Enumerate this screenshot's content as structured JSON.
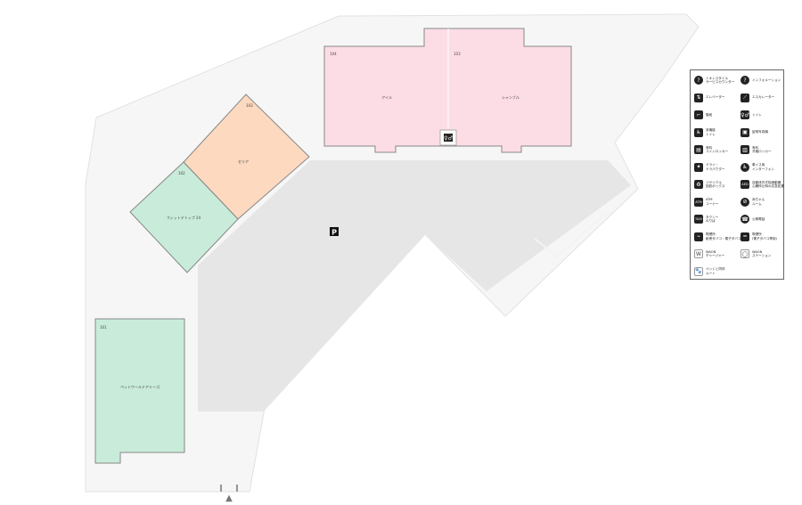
{
  "map": {
    "parking_symbol": "P",
    "entrance_marker": "▲"
  },
  "stores": [
    {
      "number": "104",
      "name": "アイル"
    },
    {
      "number": "103",
      "name": "シャンブル"
    },
    {
      "number": "102",
      "name": "フィットデトップ 24"
    },
    {
      "number": "103",
      "name": "セリア"
    },
    {
      "number": "101",
      "name": "ペットワールドアミーゴ"
    }
  ],
  "legend": {
    "items": [
      {
        "icon": "question-icon",
        "glyph": "?",
        "label": "イオンスタイル\nサービスカウンター"
      },
      {
        "icon": "information-icon",
        "glyph": "?",
        "label": "インフォメーション"
      },
      {
        "icon": "elevator-icon",
        "glyph": "⇅",
        "label": "エレベーター"
      },
      {
        "icon": "escalator-icon",
        "glyph": "⟋",
        "label": "エスカレーター"
      },
      {
        "icon": "stairs-icon",
        "glyph": "⌐",
        "label": "階段"
      },
      {
        "icon": "restroom-icon",
        "glyph": "♀♂",
        "label": "トイレ"
      },
      {
        "icon": "accessible-toilet-icon",
        "glyph": "♿",
        "label": "多機能\nトイレ"
      },
      {
        "icon": "atm-kiosk-icon",
        "glyph": "▣",
        "label": "証明写真機"
      },
      {
        "icon": "coin-locker-icon",
        "glyph": "▤",
        "label": "有料\nコインロッカー"
      },
      {
        "icon": "cold-locker-icon",
        "glyph": "▥",
        "label": "有料\n冷蔵ロッカー"
      },
      {
        "icon": "powder-room-icon",
        "glyph": "✦",
        "label": "ドライ・\nドラパウダー"
      },
      {
        "icon": "wheelchair-intercom-icon",
        "glyph": "♿",
        "label": "車イス用\nインターフォン"
      },
      {
        "icon": "recycle-icon",
        "glyph": "♻",
        "label": "リサイクル\n回収ボックス"
      },
      {
        "icon": "aed-icon",
        "glyph": "AED",
        "label": "自動体外式除細動器\n心臓停止時の応急処置"
      },
      {
        "icon": "atm-icon",
        "glyph": "ATM",
        "label": "ATM\nコーナー"
      },
      {
        "icon": "baby-room-icon",
        "glyph": "⊘",
        "label": "赤ちゃん\nルーム"
      },
      {
        "icon": "taxi-icon",
        "glyph": "TAXI",
        "label": "タクシー\nのりば"
      },
      {
        "icon": "phone-icon",
        "glyph": "☎",
        "label": "公衆電話"
      },
      {
        "icon": "smoking-area-icon",
        "glyph": "⌁",
        "label": "喫煙所\n紙巻タバコ・電子タバコ"
      },
      {
        "icon": "e-cigarette-area-icon",
        "glyph": "━",
        "label": "喫煙所\n(電子タバコ専用)"
      },
      {
        "icon": "waon-charger-icon",
        "glyph": "W",
        "label": "WAON\nチャージャー"
      },
      {
        "icon": "waon-station-icon",
        "glyph": "◯",
        "label": "WAON\nステーション"
      },
      {
        "icon": "pet-room-icon",
        "glyph": "🐾",
        "label": "ペットと同伴\nルート"
      }
    ]
  }
}
